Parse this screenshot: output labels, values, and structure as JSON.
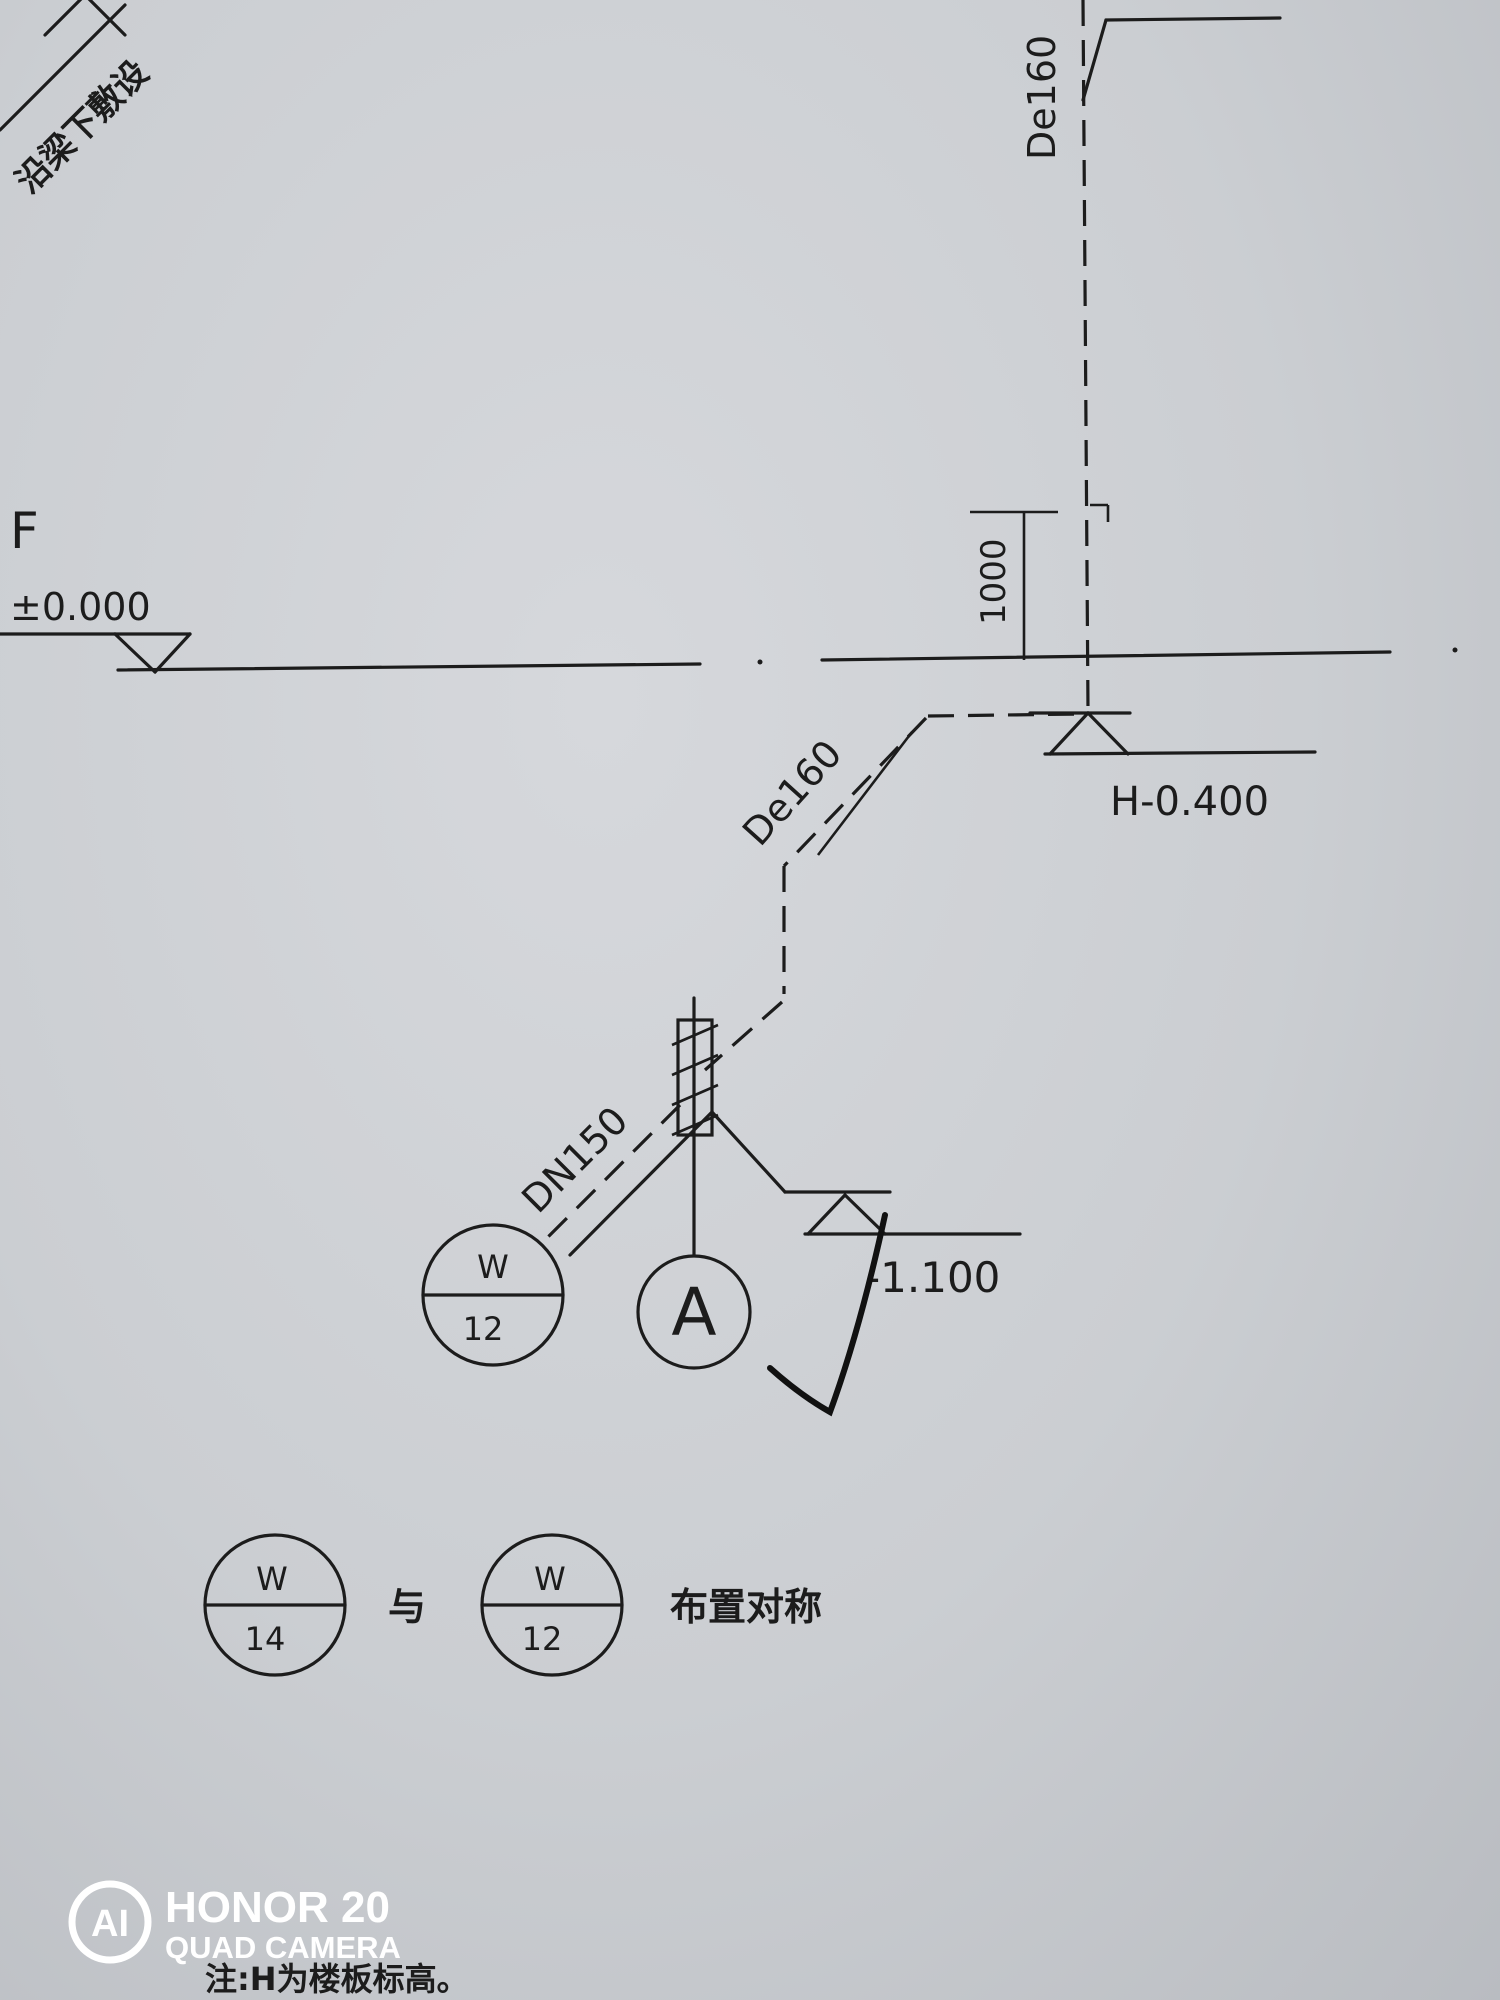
{
  "labels": {
    "beam_note": "沿梁下敷设",
    "floor_mark": "F",
    "ground_elev": "±0.000",
    "riser_size": "De160",
    "height_dim": "1000",
    "level_elev": "H-0.400",
    "slope_size": "De160",
    "pipe_dn": "DN150",
    "outlet_elev": "-1.100",
    "section_mark": "A",
    "sym_text": "与",
    "sym_note": "布置对称",
    "bottom_note": "注:H为楼板标高。"
  },
  "symbols": [
    {
      "top": "W",
      "bottom": "12"
    },
    {
      "top": "W",
      "bottom": "14"
    },
    {
      "top": "W",
      "bottom": "12"
    }
  ],
  "watermark": {
    "logo": "AI",
    "brand": "HONOR 20",
    "sub": "QUAD CAMERA"
  },
  "colors": {
    "paper": "#cbced2",
    "ink": "#1c1c1c"
  }
}
